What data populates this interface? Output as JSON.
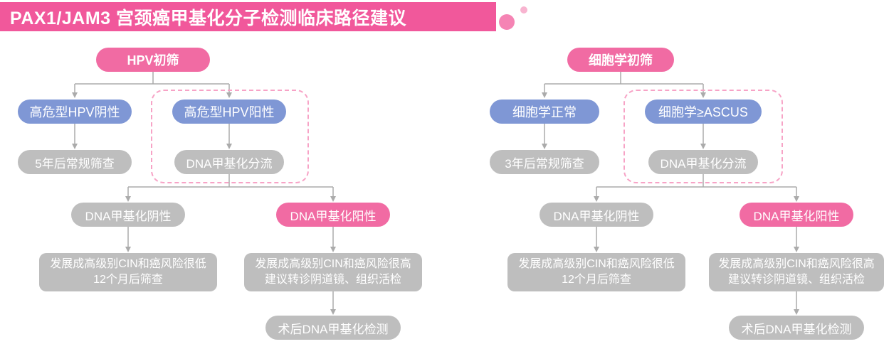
{
  "header": {
    "title": "PAX1/JAM3 宫颈癌甲基化分子检测临床路径建议"
  },
  "colors": {
    "header_pink": "#F1589B",
    "node_pink": "#F16BA3",
    "node_blue": "#7F97D5",
    "node_gray": "#BEBEBE",
    "connector_gray": "#ABABAB",
    "dashed_pink": "#F7A3C6"
  },
  "charts": [
    {
      "id": "hpv-primary-screening",
      "root": "HPV初筛",
      "branch_negative": "高危型HPV阴性",
      "branch_positive": "高危型HPV阳性",
      "followup_negative": "5年后常规筛查",
      "triage": "DNA甲基化分流",
      "methylation_negative": "DNA甲基化阴性",
      "methylation_positive": "DNA甲基化阳性",
      "low_risk": [
        "发展成高级别CIN和癌风险很低",
        "12个月后筛查"
      ],
      "high_risk": [
        "发展成高级别CIN和癌风险很高",
        "建议转诊阴道镜、组织活检"
      ],
      "post_treatment": "术后DNA甲基化检测"
    },
    {
      "id": "cytology-primary-screening",
      "root": "细胞学初筛",
      "branch_negative": "细胞学正常",
      "branch_positive": "细胞学≥ASCUS",
      "followup_negative": "3年后常规筛查",
      "triage": "DNA甲基化分流",
      "methylation_negative": "DNA甲基化阴性",
      "methylation_positive": "DNA甲基化阳性",
      "low_risk": [
        "发展成高级别CIN和癌风险很低",
        "12个月后筛查"
      ],
      "high_risk": [
        "发展成高级别CIN和癌风险很高",
        "建议转诊阴道镜、组织活检"
      ],
      "post_treatment": "术后DNA甲基化检测"
    }
  ]
}
